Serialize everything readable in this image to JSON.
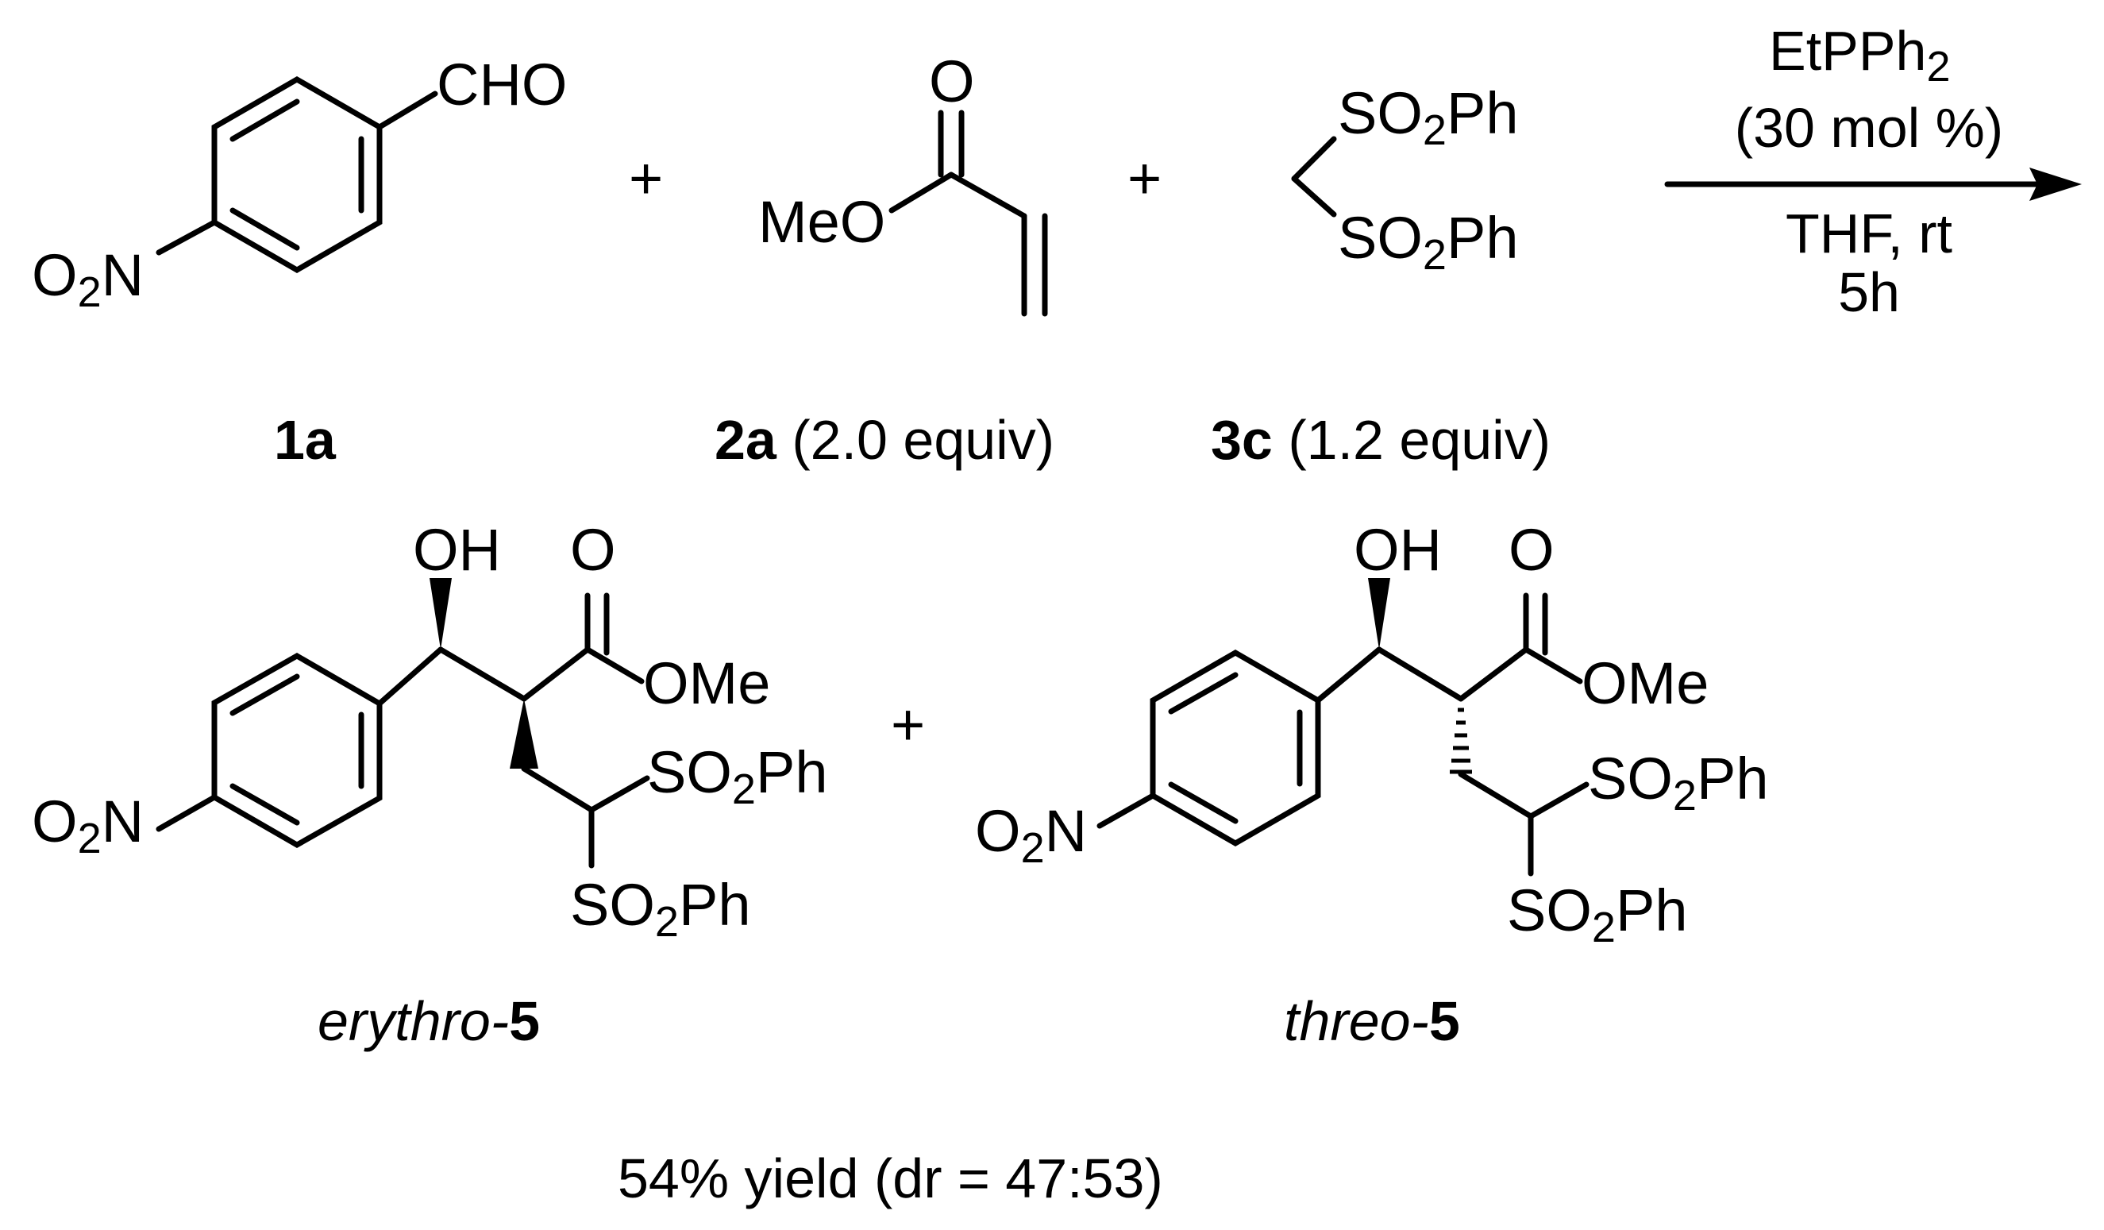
{
  "reactants": {
    "r1": {
      "cho": "CHO",
      "o2n": {
        "a": "O",
        "b": "2",
        "c": "N"
      },
      "label_bold": "1a"
    },
    "plus1": "+",
    "r2": {
      "o": "O",
      "meo": "MeO",
      "label_bold": "2a",
      "label_rest": " (2.0 equiv)"
    },
    "plus2": "+",
    "r3": {
      "sulf1": {
        "a": "SO",
        "b": "2",
        "c": "Ph"
      },
      "sulf2": {
        "a": "SO",
        "b": "2",
        "c": "Ph"
      },
      "label_bold": "3c",
      "label_rest": " (1.2 equiv)"
    }
  },
  "conditions": {
    "catalyst": {
      "a": "EtPPh",
      "b": "2"
    },
    "loading": "(30 mol %)",
    "solvent": "THF, rt",
    "time": "5h"
  },
  "products": {
    "erythro": {
      "oh": "OH",
      "o": "O",
      "ome": "OMe",
      "o2n": {
        "a": "O",
        "b": "2",
        "c": "N"
      },
      "sulf1": {
        "a": "SO",
        "b": "2",
        "c": "Ph"
      },
      "sulf2": {
        "a": "SO",
        "b": "2",
        "c": "Ph"
      },
      "label_italic": "erythro-",
      "label_bold": "5"
    },
    "plus": "+",
    "threo": {
      "oh": "OH",
      "o": "O",
      "ome": "OMe",
      "o2n": {
        "a": "O",
        "b": "2",
        "c": "N"
      },
      "sulf1": {
        "a": "SO",
        "b": "2",
        "c": "Ph"
      },
      "sulf2": {
        "a": "SO",
        "b": "2",
        "c": "Ph"
      },
      "label_italic": "threo-",
      "label_bold": "5"
    }
  },
  "yield_text": "54% yield (dr = 47:53)"
}
